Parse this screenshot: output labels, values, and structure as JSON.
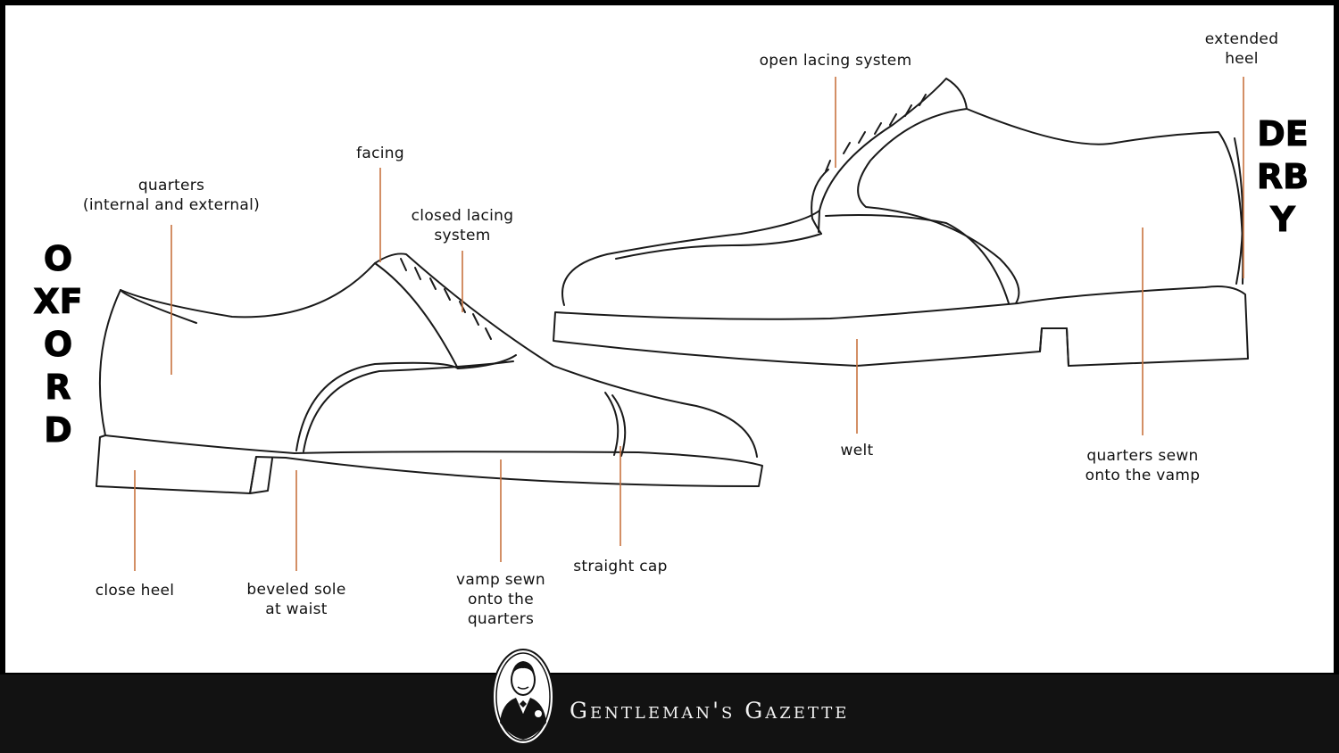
{
  "titles": {
    "oxford": "OXFORD",
    "derby": "DERBY"
  },
  "labels": {
    "quarters": "quarters\n(internal and external)",
    "facing": "facing",
    "closed_lacing": "closed lacing\nsystem",
    "close_heel": "close heel",
    "beveled_sole": "beveled sole\nat waist",
    "vamp_sewn": "vamp sewn\nonto the\nquarters",
    "straight_cap": "straight cap",
    "open_lacing": "open lacing system",
    "extended_heel": "extended\nheel",
    "welt": "welt",
    "quarters_sewn": "quarters sewn\nonto the vamp"
  },
  "brand": {
    "name": "Gentleman's Gazette",
    "logo_icon": "gentleman-portrait-logo"
  },
  "colors": {
    "leader_line": "#c8733f",
    "outline": "#1a1a1a",
    "footer_bg": "#121212"
  }
}
